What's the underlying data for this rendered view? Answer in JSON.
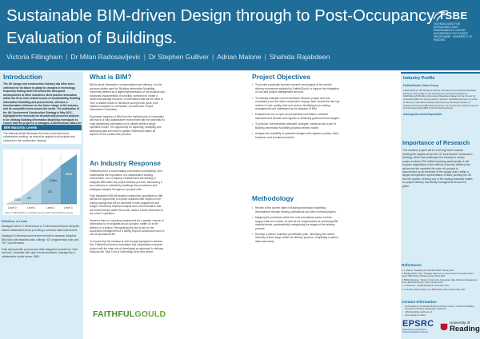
{
  "header": {
    "title_line1": "Sustainable BIM-driven Design through to Post-Occupancy",
    "title_line2": "Evaluation of Buildings.",
    "authors": [
      "Victoria Fillingham",
      "Dr Milan Radosavljevic",
      "Dr Stephen Gulliver",
      "Adrian Malone",
      "Shahida Rajabdeen"
    ],
    "logo_text": "TSBE",
    "logo_subtext": "Technologies for Sustainable Built Environments Centre · Engineering Doctorate Programme · University of Reading"
  },
  "introduction": {
    "title": "Introduction",
    "body": "The UK design and construction industry has often been criticised for its failure to adapt to changes in technology, frequently finding itself left behind the fast-paced developments of other industries. Best practice innovation within the three inter-related issues of sustainability, Building Information Modelling and procurement, will have a transformative influence on the future shape of the industry and its competitiveness around the world. The publication of the UK Government Construction Strategy in May 2011, highlighted the necessity for all publically procured projects to be utilising Building Information Modelling techniques to ensure that the project is a managed, 3-Dimensional, data-rich environment. By ensuring all projects reach Level 2 BIM, the Government is striving to dramatically reduce the energy and cost efficiency of its assets – a factor that will drive innovative procedures right across the construction industry."
  },
  "bim_levels": {
    "title": "BIM Maturity Levels",
    "body": "The Maturity Model illustrates the levels of technical and collaborative working, as should be applied to all projects and contracts in the construction industry.",
    "diagram": {
      "levels": [
        "Level 0",
        "Level 1",
        "Level 2",
        "Level 3"
      ],
      "labels": [
        "CAD",
        "2D",
        "3D",
        "BIMs",
        "iBIM"
      ],
      "caption": "Figure 1: BIM Maturity Level Model (Source: BIM Industry Working Group)"
    },
    "definitions_title": "Definitions of Levels",
    "definitions": [
      "Managed CAD in 2 Dimensional or 3 Dimensional format using file-based collaboration tools, providing a common data environment.",
      "Managed 3 Dimensional environment held in separate discipline BIM tools with attached data, utilising \"4D\" programming tools and \"5D\" cost elements.",
      "Fully interoperable process and data integration enabled by \"web services\" compliant with open format standards, managed by a collaborative model server, iBIM."
    ]
  },
  "what_is_bim": {
    "title": "What is BIM?",
    "body1": "BIM is about information, communication and delivery. It is the acronym widely used for 'Building Information Modelling', commonly defined as a digital representation of the physical and functional characteristics of a facility, combined to create a 'shared knowledge resource' of information that can be used to 'form a reliable basis for decisions during its life-cycle, from earliest conception to demolition' (Construction Project Information Committee).",
    "body2": "Successful adoption of BIM from the earliest point of conception will lead to a fully collaborative environment with the potential for multi-disciplinary information to be utilised within a single operative model. The opportunity for capturing, analysing and assessing data will result in greater efficiencies within all aspects of the construction process."
  },
  "industry_response": {
    "title": "An Industry Response",
    "body1": "FaithfulGould is a world leading construction consultancy, who understands the importance of a collaborative working environment. As a company, FaithfulGould are striving to integrate BIM within the project delivery process, introducing it as a stimulus to collectively challenge the procedures and strategies adopted throughout a project's life.",
    "body2": "Fully integrated BIM will enable construction specialists to offer clients the opportunity to explore solutions with respect to the critical savings that will be achieved in both programme and budget. Structured timeline analysis and cost information that are linked directly within the model, adds a further dimension to the Level 2 operation.",
    "body3": "However there is a growing requirement for a greater volume of information to be available about a project, earlier on in the delivery of a project. Recognising this fact is key for the successful management of a facility beyond construction and on into its operational life.",
    "body4": "To ensure that the industry is well enough equipped to achieve this, FaithfulGould have undertaken this collaborative research project with the main aim of developing an approach to delivery that puts the Total Cost of Ownership at its very centre.",
    "logo_faithful": "FAITHFUL",
    "logo_gould": "GOULD"
  },
  "project_objectives": {
    "title": "Project Objectives",
    "items": [
      "To provide practically focused research-led analysis of the service delivery procedures adopted by FaithfulGould, to support the integration of cost and project management services.",
      "To critically evaluate current interfaces between project and cost consultancy and the wider construction supply chain around the four key metrics of cost, quality, time and carbon; identifying how existing arrangements are challenged by the adoption of BIM.",
      "Evaluate the use of open and proprietary information, software standards and formats with regards to achieving government set targets.",
      "To propose 'commercially evaluated' changes, introduced as a part of Building Information Modelling process delivery model.",
      "Analyse the scalability of potential changes with regards to policy, client behaviour and investment criteria."
    ]
  },
  "methodology": {
    "title": "Methodology",
    "items": [
      "Review of the current state of Building Information Modelling development through existing publications and peer-reviewed papers.",
      "Mapping the processes within the cost consultancy sector and the supply chain as a whole, as well as the requirements for achieving BIM maturity levels, systematically categorising the stages of the delivery process.",
      "Develop a carbon reduction prioritisation plan, identifying the carbon intensity of each stage within the delivery process, completing a carbon data case study."
    ]
  },
  "industry_profile": {
    "title": "Industry Profile",
    "company": "FaithfulGould, Atkins Group",
    "body": "Adrian Malone, HR, Business Partner and Head of Commercial Research, has been responsible for the development and implementation of FaithfulGould's Building Information Modelling strategy for the UK and for embedding BIM into service delivery practice. FaithfulGould have a number of advisory roles within industry-based work at the Royal Institute of Chartered Surveyors BIM Working Group, the Construction Industry Council and the Government BIM Protocol Steering Group.",
    "url": "www.fgould.com/uk/topics/bim"
  },
  "importance": {
    "title": "Importance of Research",
    "body": "This research project will be a driving factor towards meeting the targets set by the UK Government Construction Strategy, which has challenged the industry to reduce project costs by 20% whilst improving asset quality. It will propose adaptations to the method of service delivery that will ensure the complete life cycle of a project is documented by all members of the supply chain, within a single interoperable representation of data, pushing the UK into the position of being one of the leading industrial bodies for project delivery and facility management across the globe."
  },
  "references": {
    "title": "References",
    "items": [
      "1. A. Malone, \"Realising the Potential of BIM\" January 2012",
      "2. Building MART, 2010. \"Strategic Paper for the Government Construction Client Group\" BIM Industry Working Group, March 2011",
      "3. BSRIA Roadmap, \"Design, Construction & Operation Data & Process Management for the Built Environment\", 2011, January 2012",
      "4. A. Mccormac, \"10 BIM Explained\" September 2011",
      "5. D. Sinclair, \"BIM Overlay to the RIBA Outline Plan of Work\" May 2012"
    ]
  },
  "contact": {
    "title": "Contact Information",
    "items": [
      "Technologies for Sustainable Built Environments Centre, JJ Thomson Building, University of Reading, Whiteknights, RG6 6AF",
      "v.fillingham@pgr.reading.ac.uk",
      "www.reading.ac.uk/tsbe"
    ]
  },
  "logos": {
    "epsrc": "EPSRC",
    "epsrc_sub": "Engineering and Physical Sciences Research Council",
    "reading_top": "University of",
    "reading_bottom": "Reading"
  }
}
